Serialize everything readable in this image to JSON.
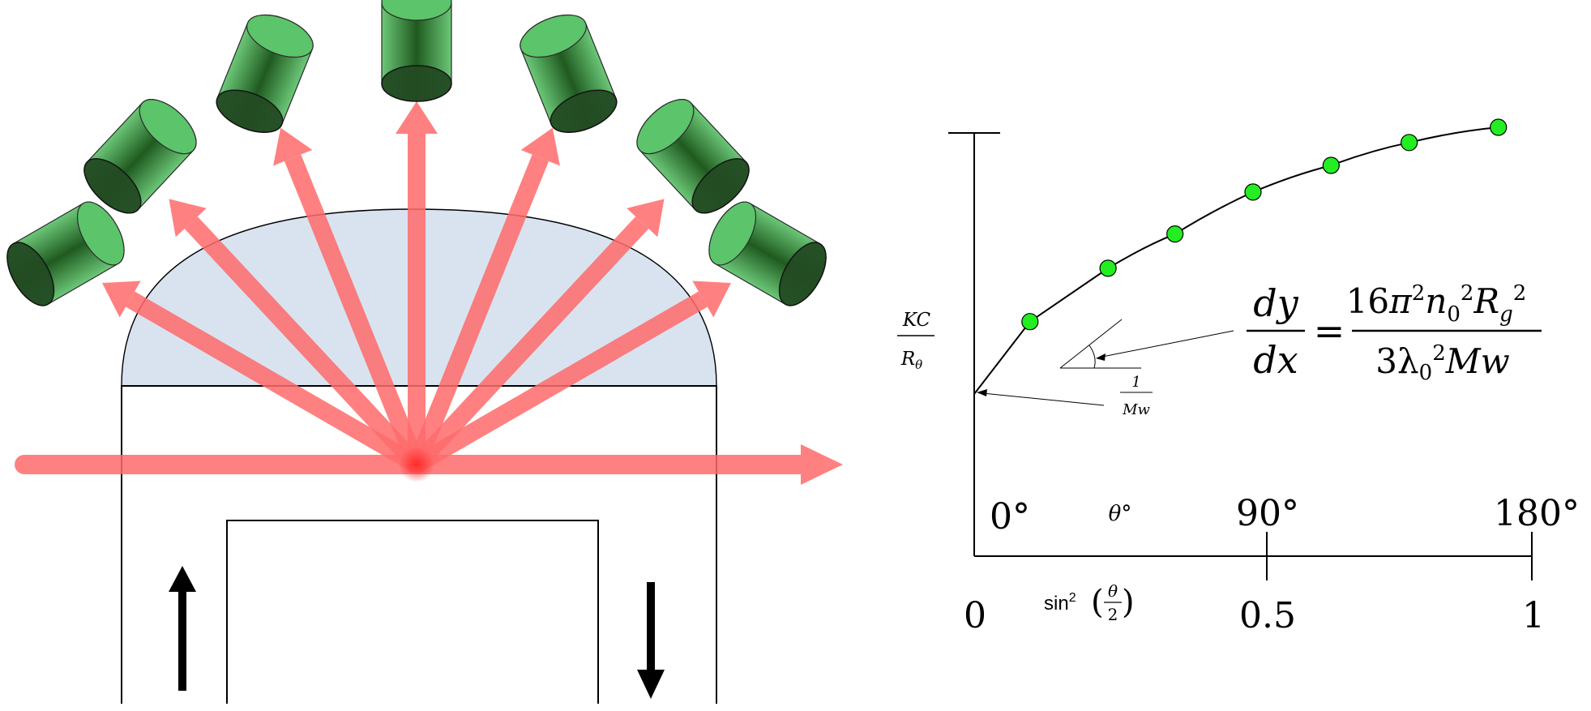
{
  "colors": {
    "beam": "#ff6b6b",
    "dome": "#d9e3f0",
    "detector_light": "#5cc46a",
    "detector_dark": "#1f5a1f",
    "detector_face": "#234b23",
    "data_point": "#22ee22",
    "ink": "#000000"
  },
  "icons": {
    "detector": "green-cylinder-detector-icon",
    "flow_up": "arrow-up-icon",
    "flow_down": "arrow-down-icon"
  },
  "plot": {
    "y_axis_label": {
      "numerator": "KC",
      "denominator": "R",
      "subscript": "θ"
    },
    "angle_axis": {
      "symbol": "θ°",
      "ticks": [
        "0°",
        "90°",
        "180°"
      ]
    },
    "sin_axis": {
      "label_prefix": "sin",
      "label_power": "2",
      "label_frac_top": "θ",
      "label_frac_bottom": "2",
      "ticks": [
        "0",
        "0.5",
        "1"
      ]
    },
    "intercept_label": {
      "numerator": "1",
      "denominator": "Mw"
    },
    "equation": {
      "lhs_top": "dy",
      "lhs_bottom": "dx",
      "equals": "=",
      "rhs_top": "16π²n₀²R_g²",
      "rhs_bottom": "3λ₀²Mw"
    }
  },
  "chart_data": {
    "type": "scatter",
    "x": [
      0.1,
      0.24,
      0.36,
      0.5,
      0.64,
      0.78,
      0.94
    ],
    "series": [
      {
        "values": [
          0.52,
          0.66,
          0.75,
          0.86,
          0.93,
          0.99,
          1.03
        ]
      }
    ],
    "xlim": [
      0,
      1
    ],
    "fit": "smooth concave curve through points, linear tangent at origin"
  }
}
